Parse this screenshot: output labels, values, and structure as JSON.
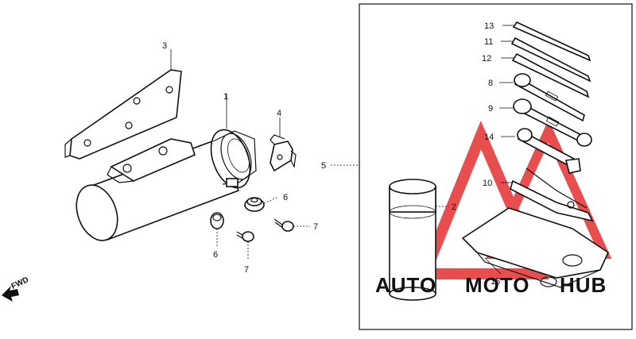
{
  "callouts": {
    "c1": "1",
    "c2": "2",
    "c3": "3",
    "c4": "4",
    "c5": "5",
    "c6a": "6",
    "c6b": "6",
    "c7a": "7",
    "c7b": "7",
    "c8": "8",
    "c9": "9",
    "c10": "10",
    "c11": "11",
    "c12": "12",
    "c13": "13",
    "c14": "14",
    "c15": "15"
  },
  "fwd_label": "FWD",
  "watermark": {
    "part1": "AUTO",
    "part2": "MOTO",
    "part3": "HUB",
    "color_orange": "#f0a030",
    "color_red": "#e63030",
    "color_dark": "#222222"
  }
}
